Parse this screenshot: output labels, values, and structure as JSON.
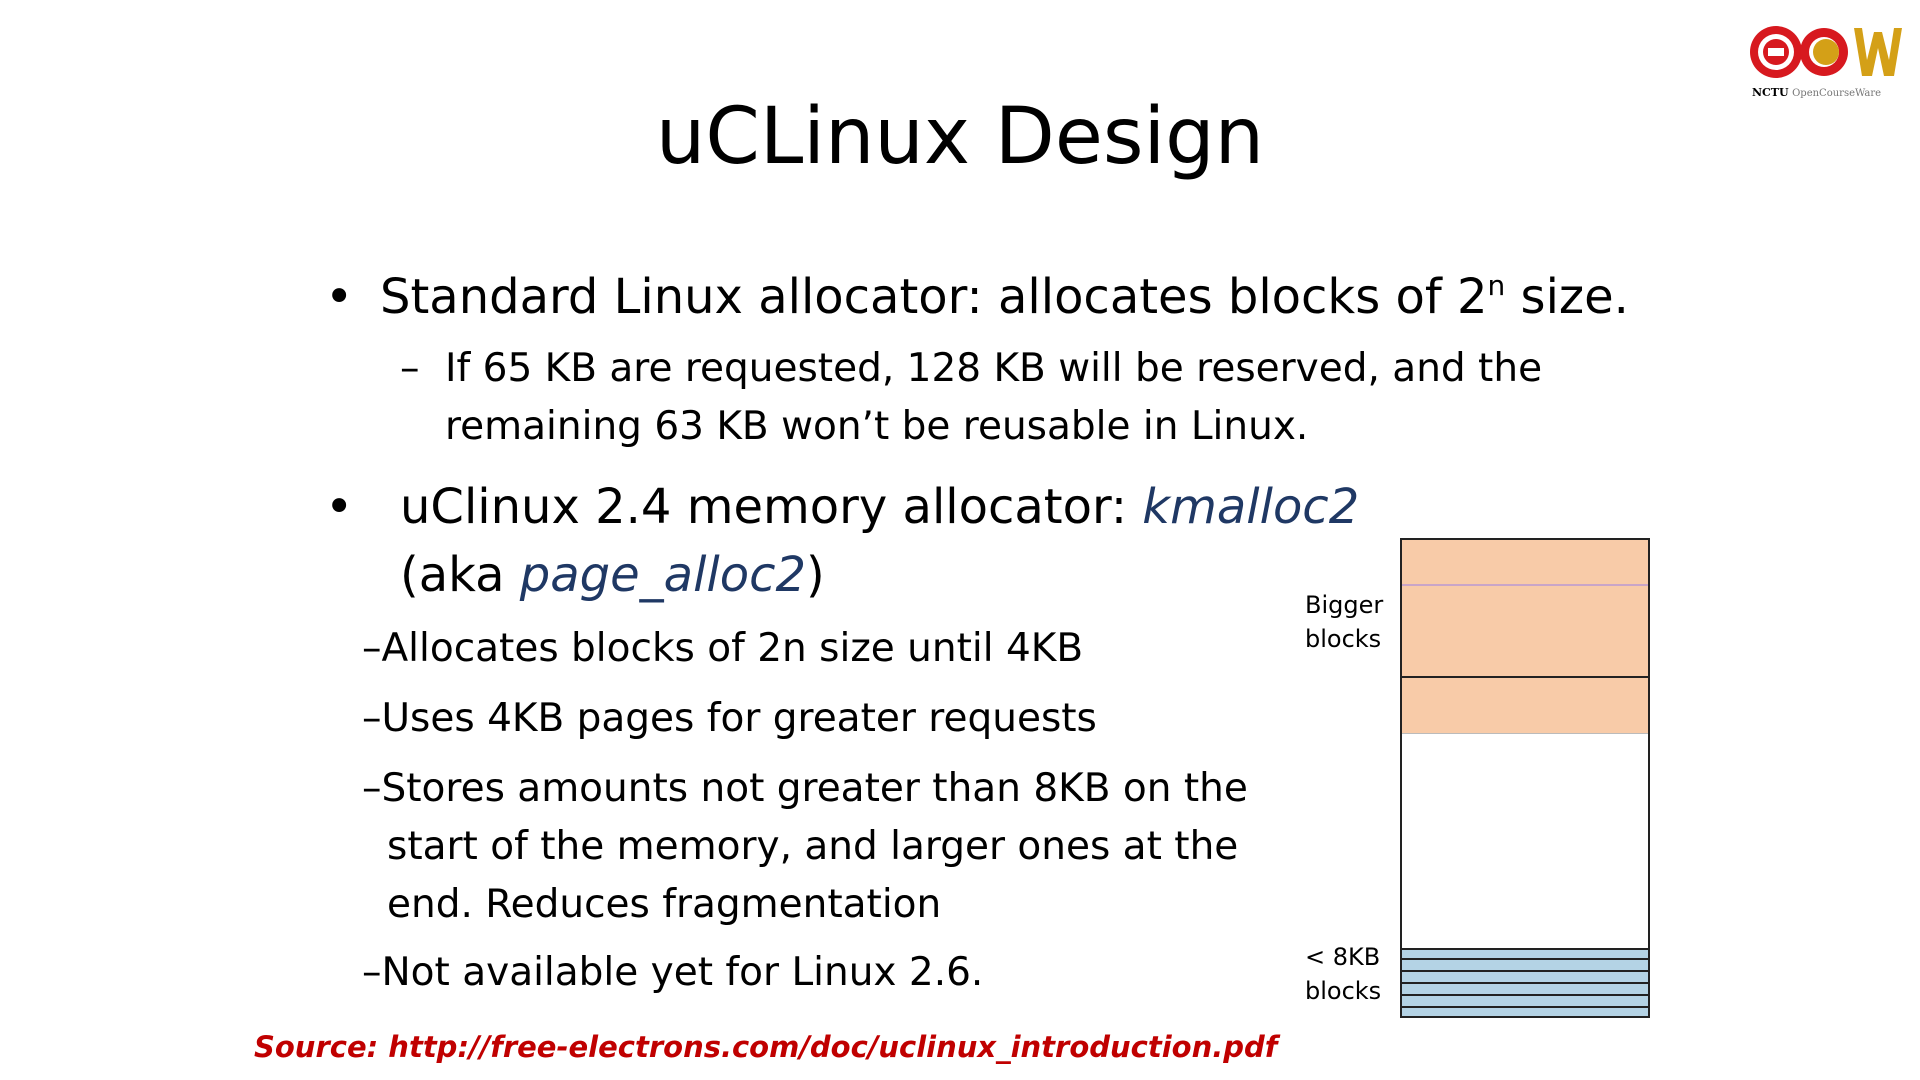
{
  "slide": {
    "title": "uCLinux Design",
    "logo": {
      "main_text": "OCW",
      "institution": "NCTU",
      "caption": "OpenCourseWare",
      "colors": {
        "red": "#D7191F",
        "gold": "#D4A017"
      }
    },
    "bullets": [
      {
        "text_before_sup": "Standard Linux allocator: allocates blocks of 2",
        "sup": "n",
        "text_after_sup": " size.",
        "sub_items": [
          {
            "dash": "–",
            "line1": "If 65 KB are requested, 128 KB will be reserved, and the",
            "line2": "remaining 63 KB won’t be reusable in Linux."
          }
        ]
      },
      {
        "text_plain": "uClinux 2.4 memory allocator: ",
        "em1": "kmalloc2",
        "line2_open": "(aka ",
        "em2": "page_alloc2",
        "line2_close": ")",
        "sub_items": [
          {
            "text": "–Allocates blocks of 2n size until 4KB"
          },
          {
            "text": "–Uses 4KB pages for greater requests"
          },
          {
            "line1": "–Stores amounts not greater than 8KB on the",
            "line2": "start of the memory, and larger ones at the",
            "line3": "end. Reduces fragmentation"
          },
          {
            "text": "–Not available yet for Linux 2.6."
          }
        ]
      }
    ],
    "diagram": {
      "label_top_line1": "Bigger",
      "label_top_line2": "blocks",
      "label_bottom_line1": "< 8KB",
      "label_bottom_line2": "blocks",
      "colors": {
        "big_fill": "#F8CBA8",
        "small_fill": "#B4D3E5",
        "border": "#222222"
      }
    },
    "source": "Source: http://free-electrons.com/doc/uclinux_introduction.pdf",
    "colors": {
      "title": "#000000",
      "em": "#1F3864",
      "source": "#C00000"
    }
  }
}
